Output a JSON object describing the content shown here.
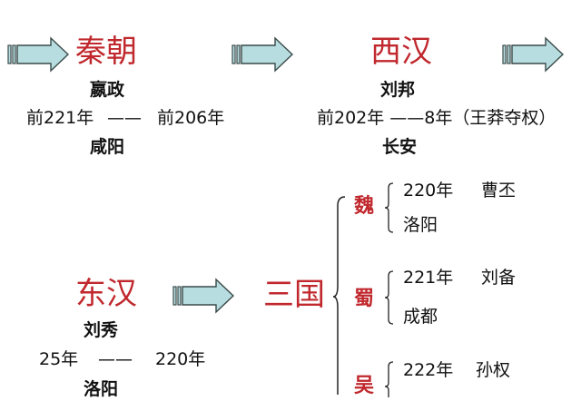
{
  "colors": {
    "title": "#c0282d",
    "arrow_fill": "#b8dde0",
    "arrow_stroke": "#3a4a4a",
    "text": "#111111"
  },
  "icons": {
    "arrow": "right-arrow-icon",
    "brace": "curly-brace-icon"
  },
  "qin": {
    "title": "秦朝",
    "founder": "嬴政",
    "start": "前221年",
    "dash": "——",
    "end": "前206年",
    "capital": "咸阳"
  },
  "western_han": {
    "title": "西汉",
    "founder": "刘邦",
    "period": "前202年 ——8年（王莽夺权）",
    "capital": "长安"
  },
  "eastern_han": {
    "title": "东汉",
    "founder": "刘秀",
    "start": "25年",
    "dash": "——",
    "end": "220年",
    "capital": "洛阳"
  },
  "three_kingdoms": {
    "title": "三国",
    "kingdoms": [
      {
        "name": "魏",
        "year": "220年",
        "founder": "曹丕",
        "capital": "洛阳"
      },
      {
        "name": "蜀",
        "year": "221年",
        "founder": "刘备",
        "capital": "成都"
      },
      {
        "name": "吴",
        "year": "222年",
        "founder": "孙权"
      }
    ]
  }
}
